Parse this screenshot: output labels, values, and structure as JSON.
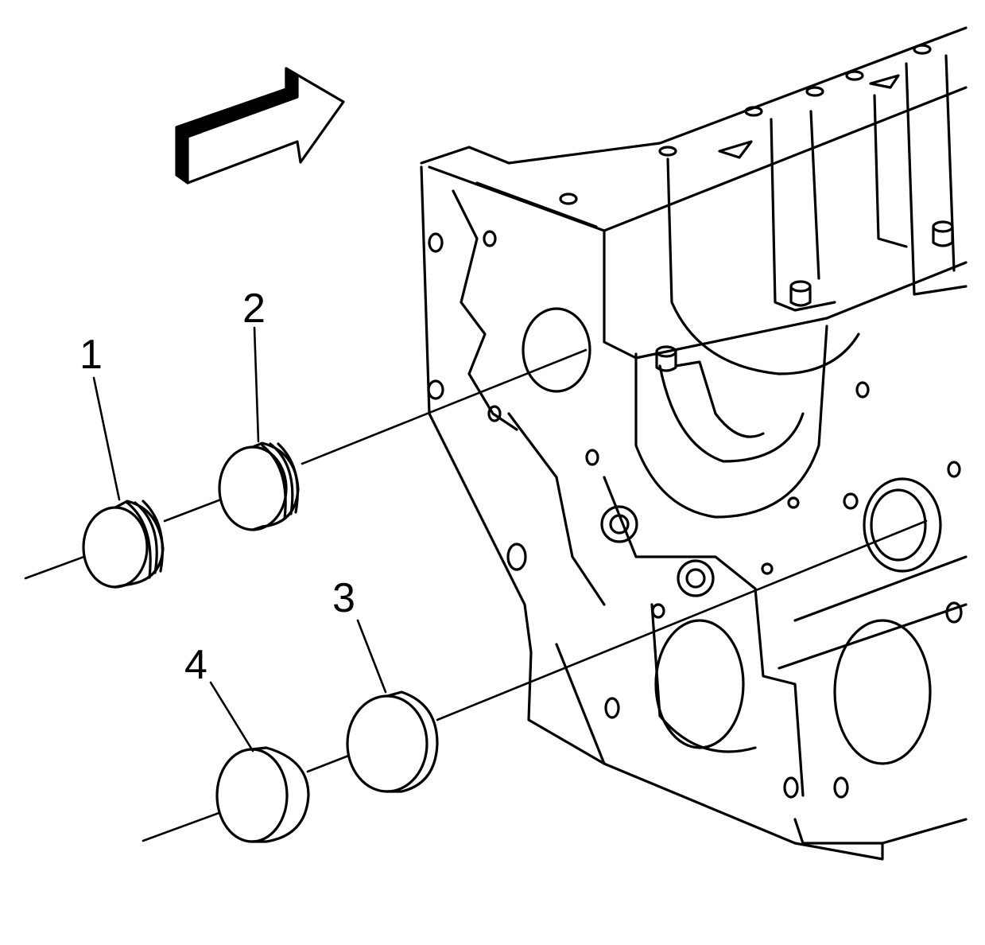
{
  "diagram": {
    "callouts": [
      {
        "id": "1",
        "text": "1"
      },
      {
        "id": "2",
        "text": "2"
      },
      {
        "id": "3",
        "text": "3"
      },
      {
        "id": "4",
        "text": "4"
      }
    ],
    "stroke_color": "#000000",
    "background": "#ffffff",
    "arrow_icon": "direction-arrow-icon"
  }
}
